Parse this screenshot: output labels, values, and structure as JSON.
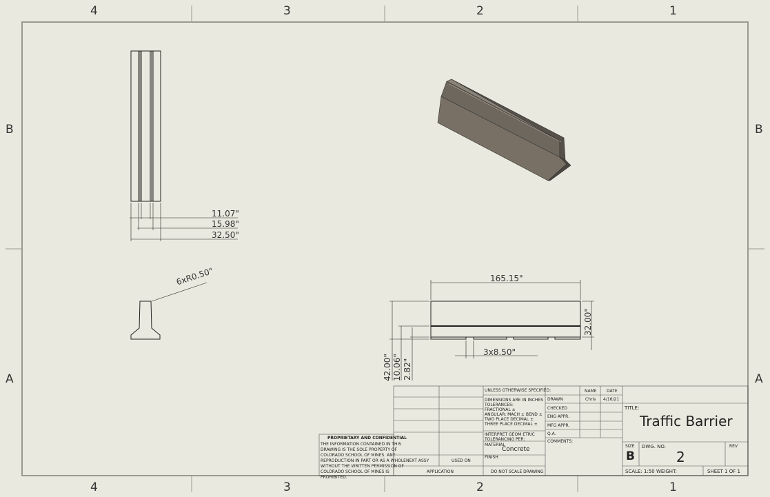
{
  "zones": {
    "cols": [
      "4",
      "3",
      "2",
      "1"
    ],
    "rows": [
      "B",
      "A"
    ]
  },
  "dimensions": {
    "top_view": [
      "11.07\"",
      "15.98\"",
      "32.50\""
    ],
    "end_view_radius": "6xR0.50\"",
    "front_view": [
      "165.15\"",
      "32.00\"",
      "3x8.50\"",
      "42.00\"",
      "10.06\"",
      "2.82\""
    ]
  },
  "title_block": {
    "proprietary_heading": "PROPRIETARY AND CONFIDENTIAL",
    "proprietary_text": [
      "THE INFORMATION CONTAINED IN THIS",
      "DRAWING IS THE SOLE PROPERTY OF",
      "COLORADO SCHOOL OF MINES. ANY",
      "REPRODUCTION IN PART OR AS A WHOLE",
      "WITHOUT THE WRITTEN PERMISSION OF",
      "COLORADO SCHOOL OF MINES IS",
      "PROHIBITED."
    ],
    "next_assy": "NEXT ASSY",
    "used_on": "USED ON",
    "application": "APPLICATION",
    "unless": "UNLESS OTHERWISE SPECIFIED:",
    "tolerances": [
      "DIMENSIONS ARE IN INCHES",
      "TOLERANCES:",
      "FRACTIONAL ±",
      "ANGULAR: MACH ±   BEND ±",
      "TWO PLACE DECIMAL   ±",
      "THREE PLACE DECIMAL  ±"
    ],
    "interpret": [
      "INTERPRET GEOM ETRIC",
      "TOLERANCING PER:"
    ],
    "material_label": "MATERIAL",
    "material": "Concrete",
    "finish_label": "FINISH",
    "do_not_scale": "DO NOT SCALE DRAWING",
    "name_hdr": "NAME",
    "date_hdr": "DATE",
    "drawn": "DRAWN",
    "drawn_name": "Chris",
    "drawn_date": "4/16/21",
    "checked": "CHECKED",
    "eng_appr": "ENG APPR.",
    "mfg_appr": "MFG APPR.",
    "qa": "Q.A.",
    "comments": "COMMENTS:",
    "title_label": "TITLE:",
    "title": "Traffic Barrier",
    "size_label": "SIZE",
    "size": "B",
    "dwg_no_label": "DWG.  NO.",
    "dwg_no": "2",
    "rev_label": "REV",
    "scale": "SCALE: 1:50 WEIGHT:",
    "sheet": "SHEET 1 OF 1"
  }
}
